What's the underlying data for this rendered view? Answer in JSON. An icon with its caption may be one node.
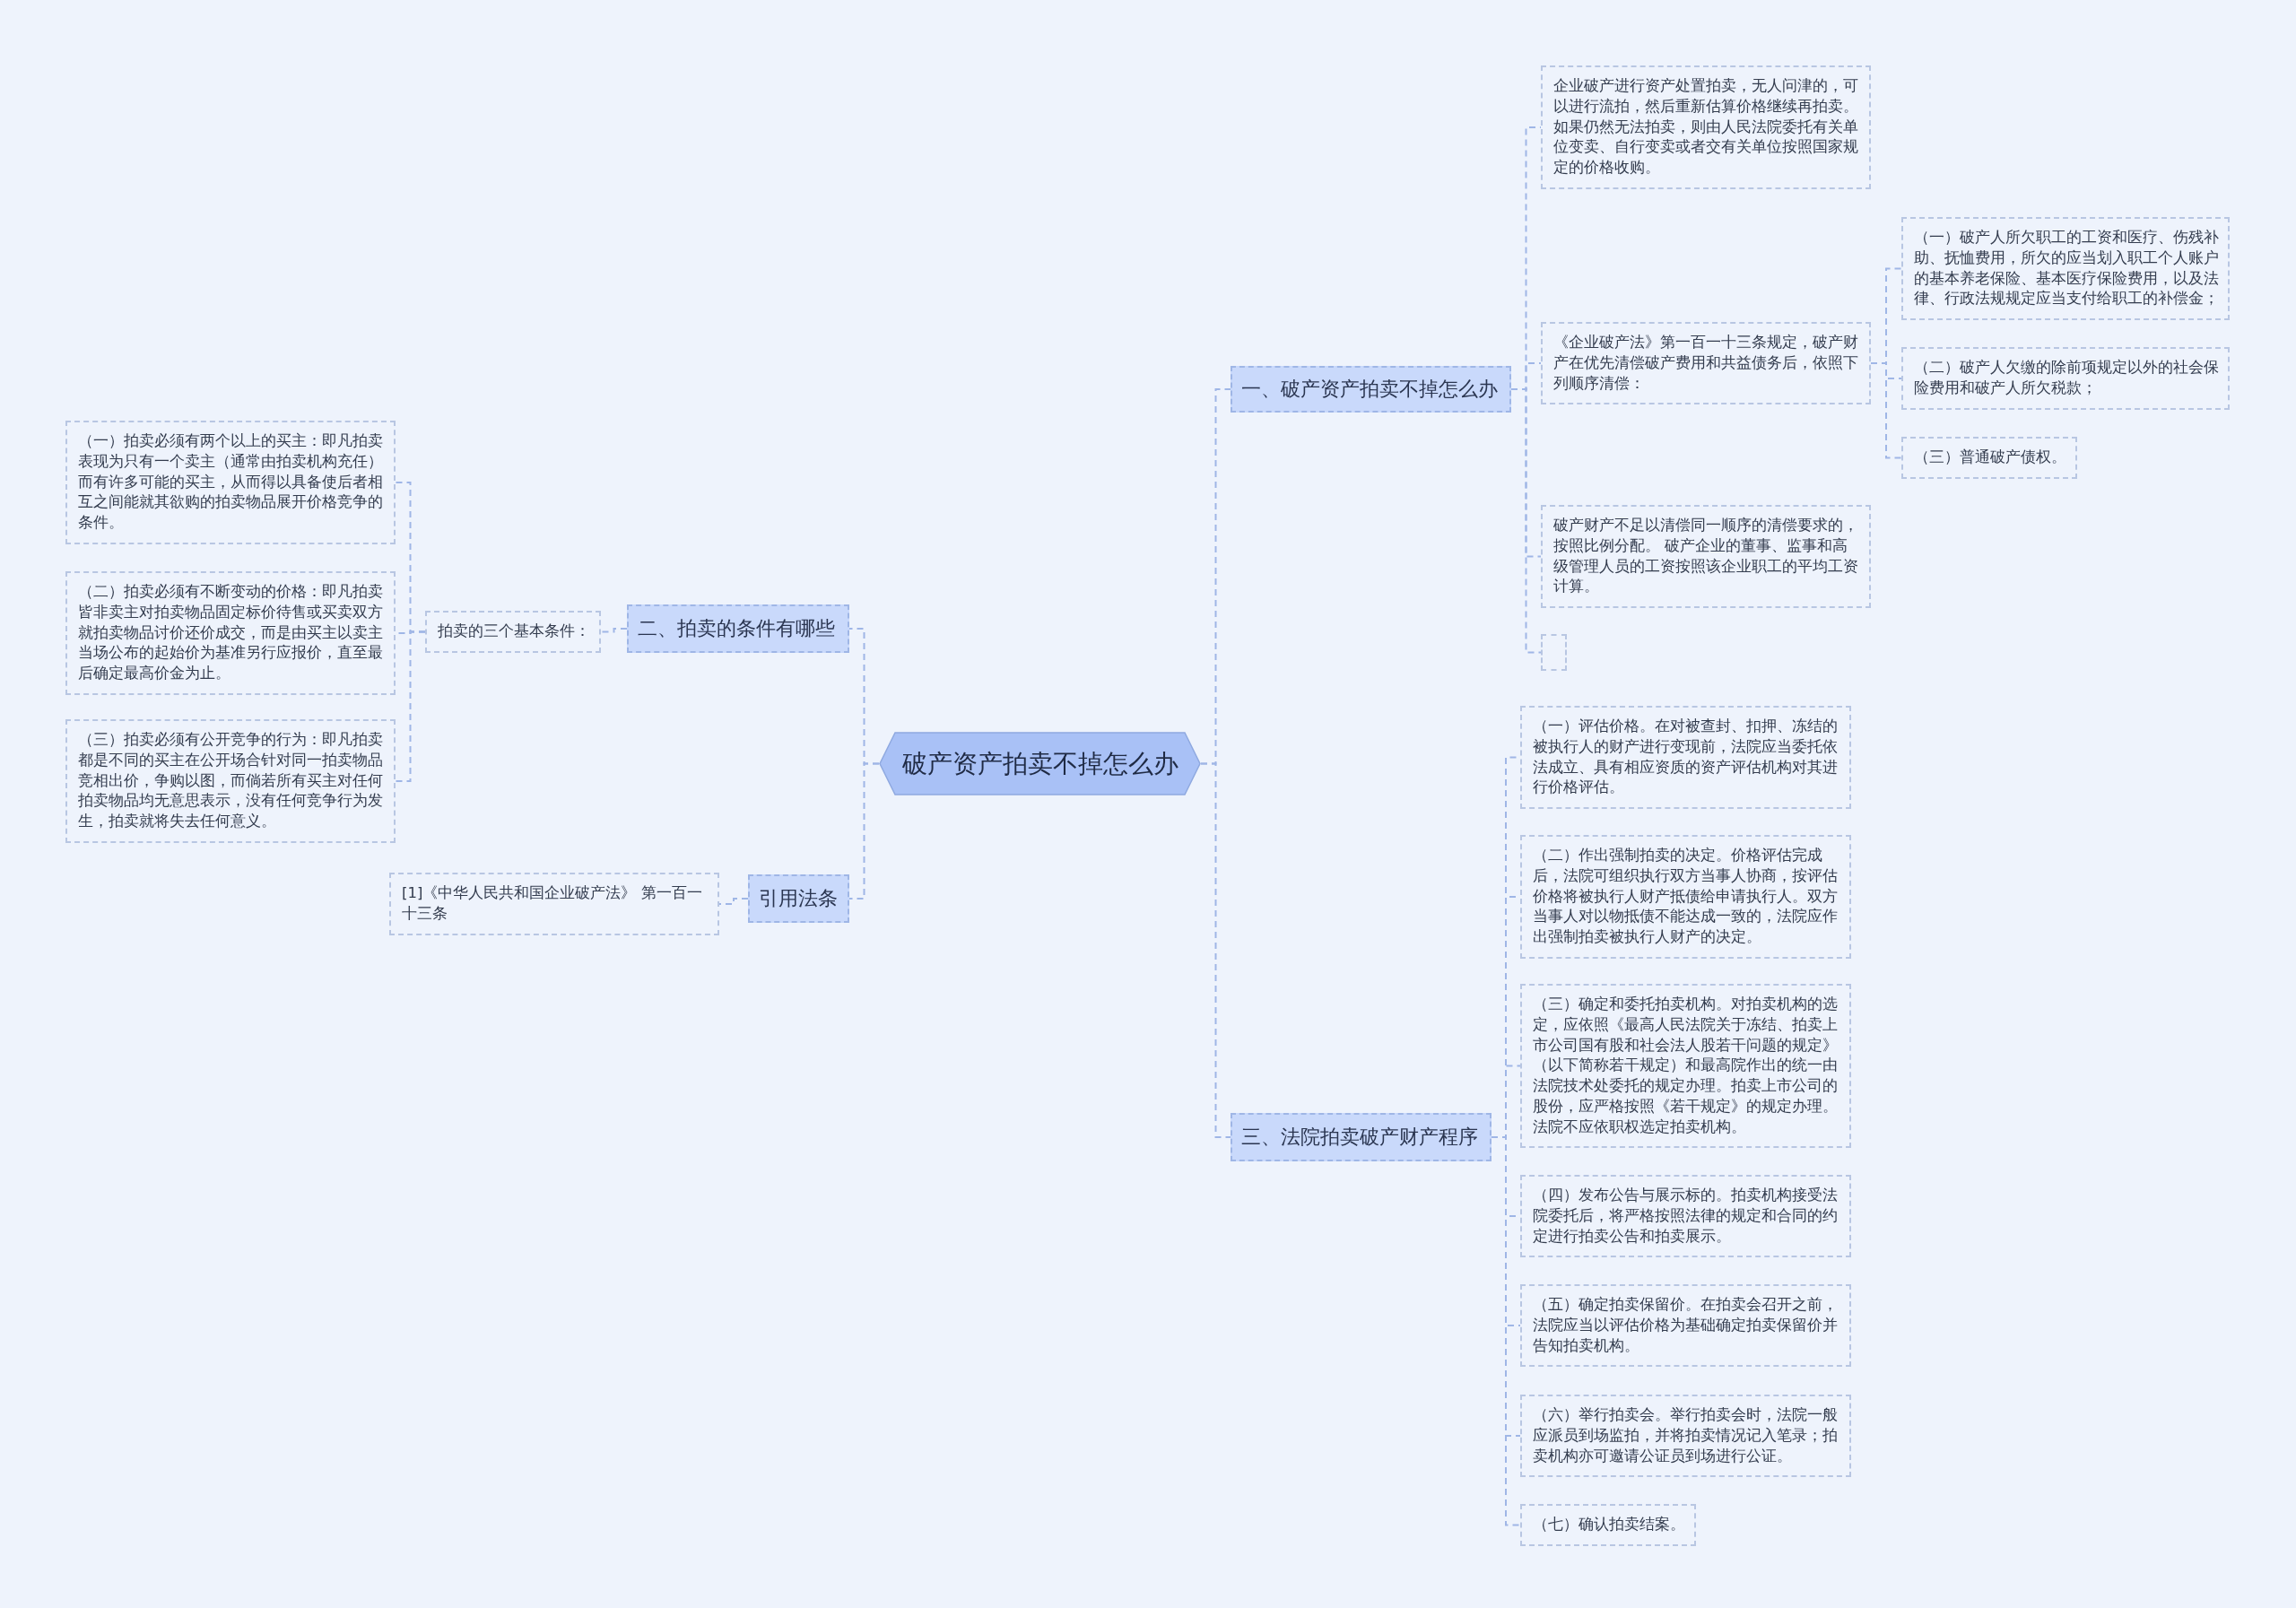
{
  "diagram": {
    "nodes": [
      {
        "text": [
          "破产资产拍卖不掉怎么办"
        ]
      },
      {
        "text": [
          "一、破产资产拍卖不掉怎么办"
        ]
      },
      {
        "text": [
          "企业破产进行资产处置拍卖，无人问津的，可以进行流拍，然后重新估算价格继续再拍卖。如果仍然无法拍卖，则由人民法院委托有关单位变卖、自行变卖或者交有关单位按照国家规定的价格收购。"
        ]
      },
      {
        "text": [
          "《企业破产法》第一百一十三条规定，破产财产在优先清偿破产费用和共益债务后，依照下列顺序清偿："
        ]
      },
      {
        "text": [
          "（一）破产人所欠职工的工资和医疗、伤残补助、抚恤费用，所欠的应当划入职工个人账户的基本养老保险、基本医疗保险费用，以及法律、行政法规规定应当支付给职工的补偿金；"
        ]
      },
      {
        "text": [
          "（二）破产人欠缴的除前项规定以外的社会保险费用和破产人所欠税款；"
        ]
      },
      {
        "text": [
          "（三）普通破产债权。"
        ]
      },
      {
        "text": [
          "破产财产不足以清偿同一顺序的清偿要求的，按照比例分配。 破产企业的董事、监事和高级管理人员的工资按照该企业职工的平均工资计算。"
        ]
      },
      {
        "text": [],
        "shape": "box"
      },
      {
        "text": [
          "三、法院拍卖破产财产程序"
        ]
      },
      {
        "text": [
          "（一）评估价格。在对被查封、扣押、冻结的被执行人的财产进行变现前，法院应当委托依法成立、具有相应资质的资产评估机构对其进行价格评估。"
        ]
      },
      {
        "text": [
          "（二）作出强制拍卖的决定。价格评估完成后，法院可组织执行双方当事人协商，按评估价格将被执行人财产抵债给申请执行人。双方当事人对以物抵债不能达成一致的，法院应作出强制拍卖被执行人财产的决定。"
        ]
      },
      {
        "text": [
          "（三）确定和委托拍卖机构。对拍卖机构的选定，应依照《最高人民法院关于冻结、拍卖上市公司国有股和社会法人股若干问题的规定》（以下简称若干规定）和最高院作出的统一由法院技术处委托的规定办理。拍卖上市公司的股份，应严格按照《若干规定》的规定办理。法院不应依职权选定拍卖机构。"
        ]
      },
      {
        "text": [
          "（四）发布公告与展示标的。拍卖机构接受法院委托后，将严格按照法律的规定和合同的约定进行拍卖公告和拍卖展示。"
        ]
      },
      {
        "text": [
          "（五）确定拍卖保留价。在拍卖会召开之前，法院应当以评估价格为基础确定拍卖保留价并告知拍卖机构。"
        ]
      },
      {
        "text": [
          "（六）举行拍卖会。举行拍卖会时，法院一般应派员到场监拍，并将拍卖情况记入笔录；拍卖机构亦可邀请公证员到场进行公证。"
        ]
      },
      {
        "text": [
          "（七）确认拍卖结案。"
        ]
      },
      {
        "text": [
          "二、拍卖的条件有哪些"
        ]
      },
      {
        "text": [
          "拍卖的三个基本条件："
        ]
      },
      {
        "text": [
          "（一）拍卖必须有两个以上的买主：即凡拍卖表现为只有一个卖主（通常由拍卖机构充任）而有许多可能的买主，从而得以具备使后者相互之间能就其欲购的拍卖物品展开价格竞争的条件。"
        ]
      },
      {
        "text": [
          "（二）拍卖必须有不断变动的价格：即凡拍卖皆非卖主对拍卖物品固定标价待售或买卖双方就拍卖物品讨价还价成交，而是由买主以卖主当场公布的起始价为基准另行应报价，直至最后确定最高价金为止。"
        ]
      },
      {
        "text": [
          "（三）拍卖必须有公开竞争的行为：即凡拍卖都是不同的买主在公开场合针对同一拍卖物品竞相出价，争购以图，而倘若所有买主对任何拍卖物品均无意思表示，没有任何竞争行为发生，拍卖就将失去任何意义。"
        ]
      },
      {
        "text": [
          "引用法条"
        ]
      },
      {
        "text": [
          "[1]《中华人民共和国企业破产法》 第一百一十三条"
        ]
      }
    ],
    "edges": [
      {
        "from": 0,
        "to": 1,
        "arrow": "none"
      },
      {
        "from": 1,
        "to": 2,
        "arrow": "none"
      },
      {
        "from": 1,
        "to": 3,
        "arrow": "none"
      },
      {
        "from": 3,
        "to": 4,
        "arrow": "none"
      },
      {
        "from": 3,
        "to": 5,
        "arrow": "none"
      },
      {
        "from": 3,
        "to": 6,
        "arrow": "none"
      },
      {
        "from": 1,
        "to": 7,
        "arrow": "none"
      },
      {
        "from": 1,
        "to": 8,
        "arrow": "none"
      },
      {
        "from": 0,
        "to": 9,
        "arrow": "none"
      },
      {
        "from": 9,
        "to": 10,
        "arrow": "none"
      },
      {
        "from": 9,
        "to": 11,
        "arrow": "none"
      },
      {
        "from": 9,
        "to": 12,
        "arrow": "none"
      },
      {
        "from": 9,
        "to": 13,
        "arrow": "none"
      },
      {
        "from": 9,
        "to": 14,
        "arrow": "none"
      },
      {
        "from": 9,
        "to": 15,
        "arrow": "none"
      },
      {
        "from": 9,
        "to": 16,
        "arrow": "none"
      },
      {
        "from": 0,
        "to": 17,
        "arrow": "none"
      },
      {
        "from": 17,
        "to": 18,
        "arrow": "none"
      },
      {
        "from": 18,
        "to": 19,
        "arrow": "none"
      },
      {
        "from": 18,
        "to": 20,
        "arrow": "none"
      },
      {
        "from": 18,
        "to": 21,
        "arrow": "none"
      },
      {
        "from": 0,
        "to": 22,
        "arrow": "none"
      },
      {
        "from": 22,
        "to": 23,
        "arrow": "none"
      }
    ]
  }
}
